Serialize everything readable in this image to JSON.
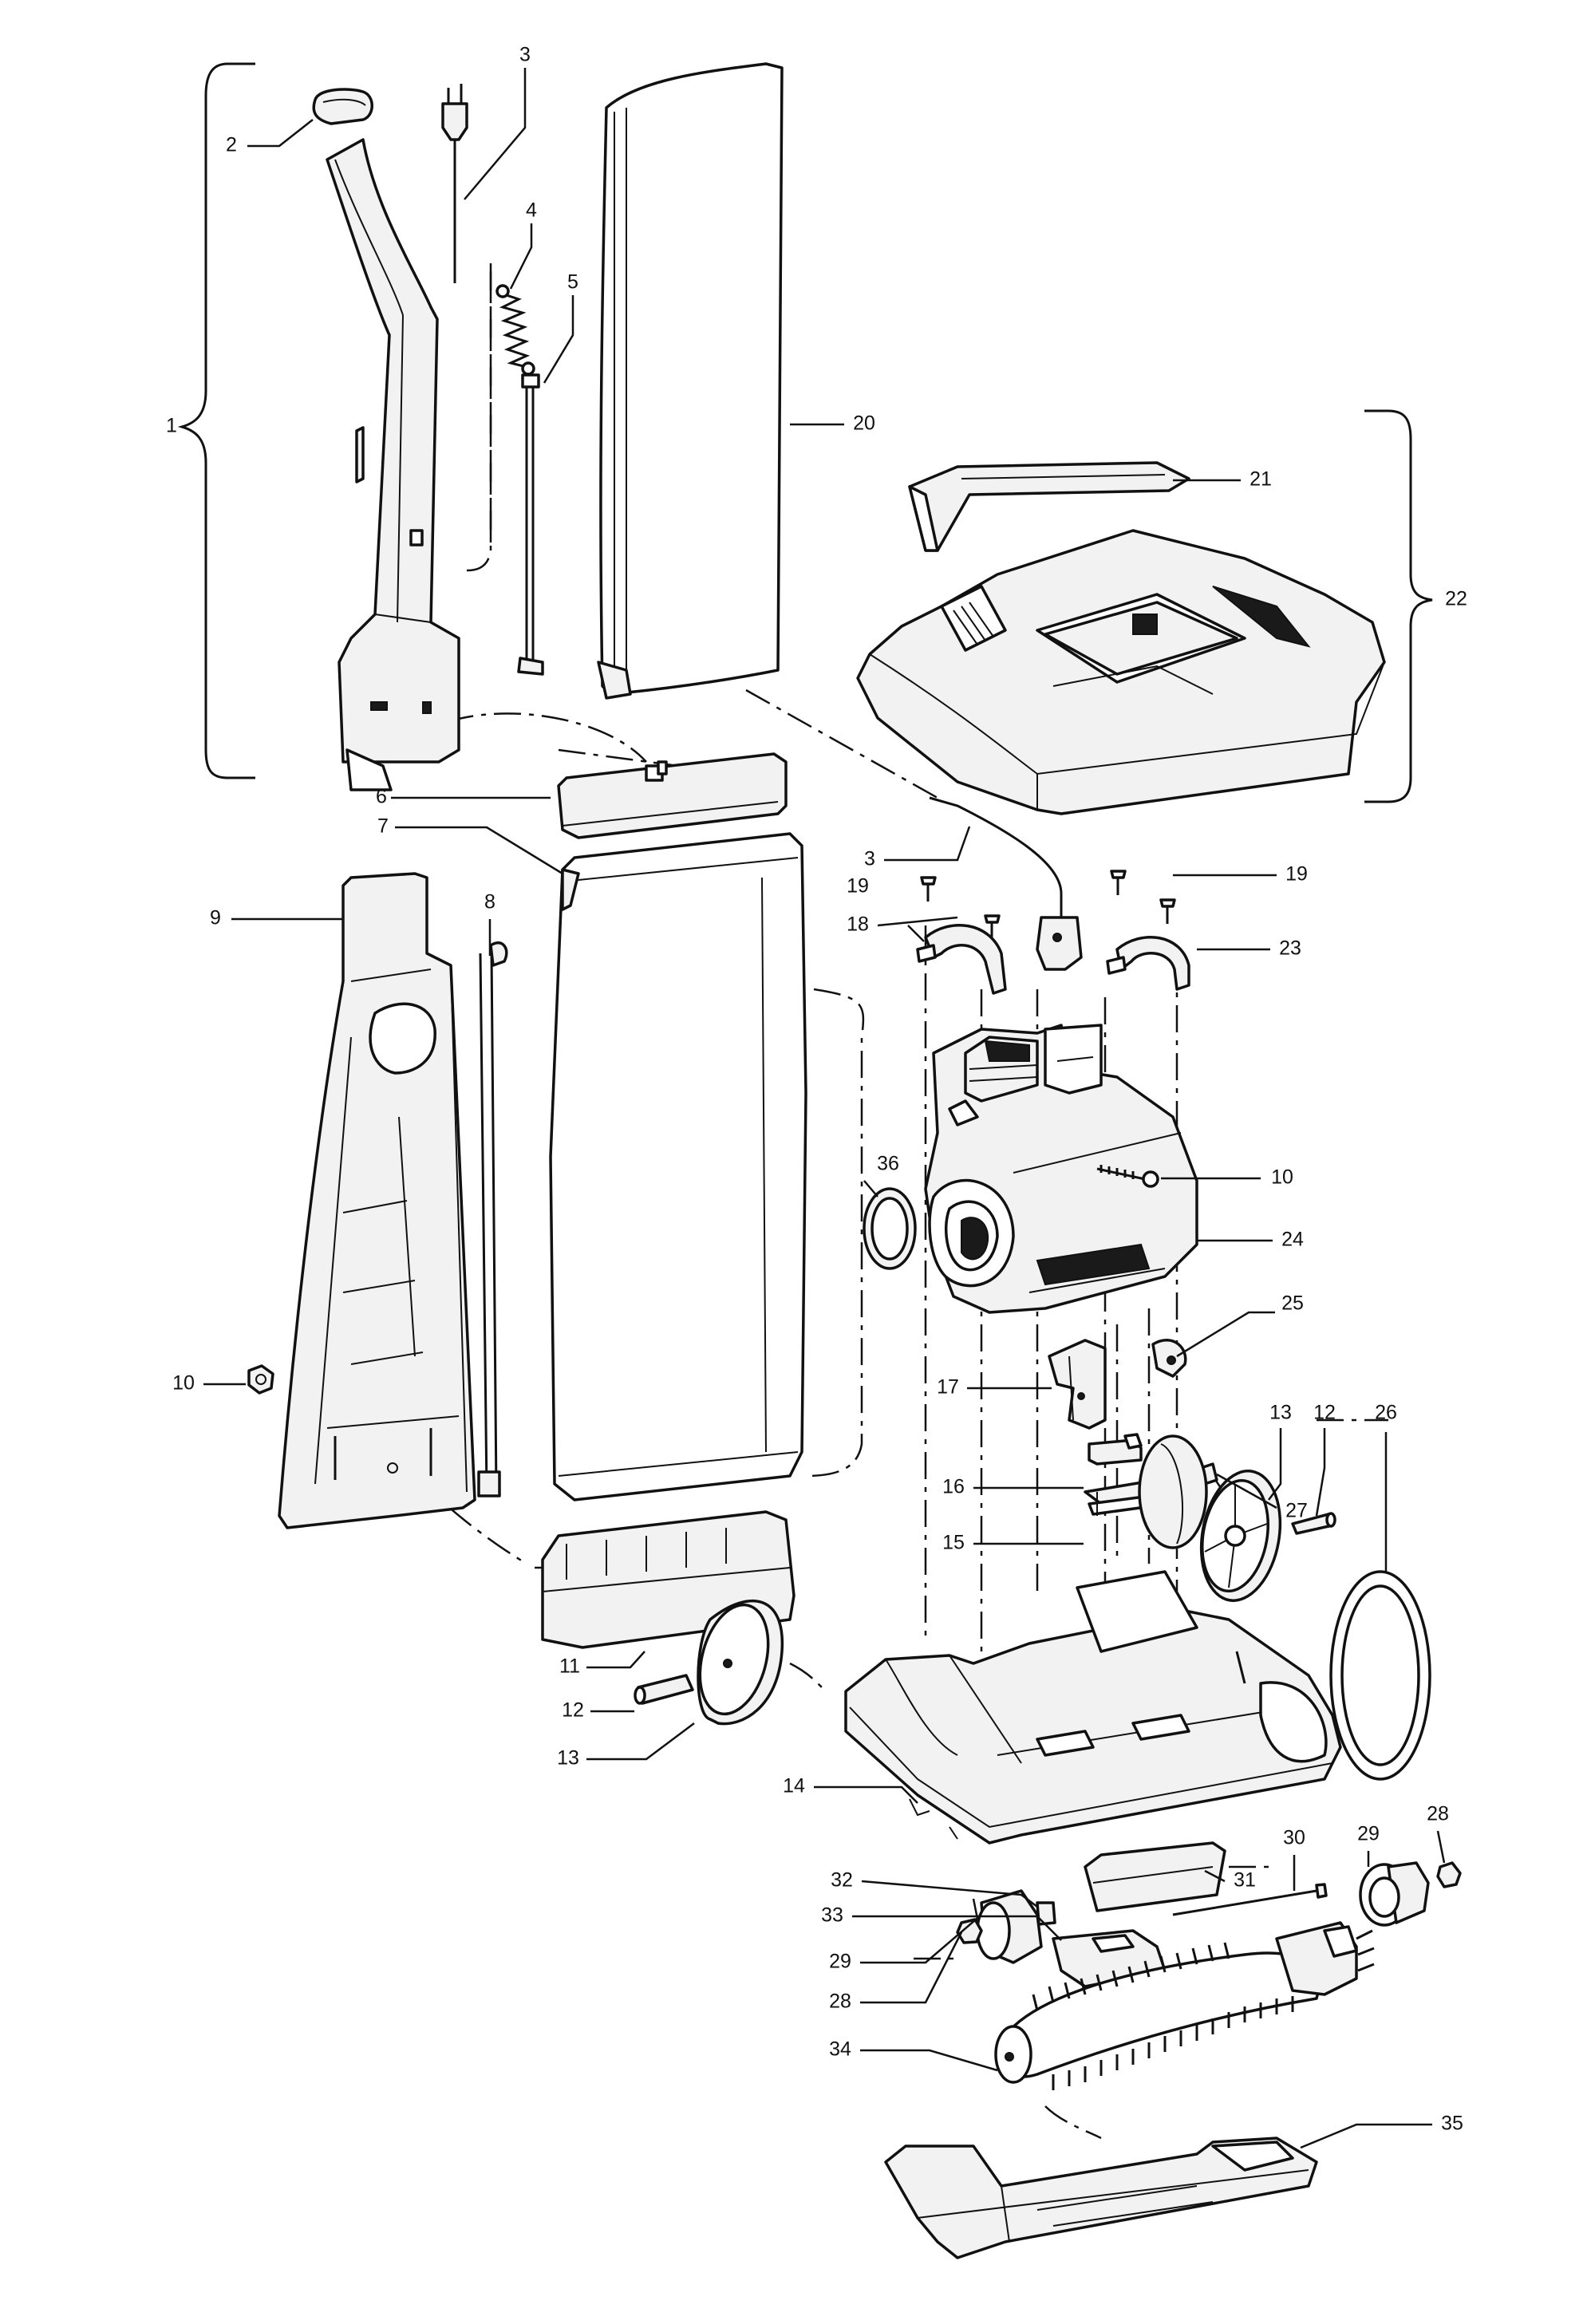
{
  "callouts": [
    {
      "id": "c1",
      "label": "1"
    },
    {
      "id": "c2",
      "label": "2"
    },
    {
      "id": "c3a",
      "label": "3"
    },
    {
      "id": "c3b",
      "label": "3"
    },
    {
      "id": "c4",
      "label": "4"
    },
    {
      "id": "c5",
      "label": "5"
    },
    {
      "id": "c6",
      "label": "6"
    },
    {
      "id": "c7",
      "label": "7"
    },
    {
      "id": "c8",
      "label": "8"
    },
    {
      "id": "c9",
      "label": "9"
    },
    {
      "id": "c10a",
      "label": "10"
    },
    {
      "id": "c10b",
      "label": "10"
    },
    {
      "id": "c11",
      "label": "11"
    },
    {
      "id": "c12a",
      "label": "12"
    },
    {
      "id": "c12b",
      "label": "12"
    },
    {
      "id": "c13a",
      "label": "13"
    },
    {
      "id": "c13b",
      "label": "13"
    },
    {
      "id": "c14",
      "label": "14"
    },
    {
      "id": "c15",
      "label": "15"
    },
    {
      "id": "c16",
      "label": "16"
    },
    {
      "id": "c17",
      "label": "17"
    },
    {
      "id": "c18",
      "label": "18"
    },
    {
      "id": "c19a",
      "label": "19"
    },
    {
      "id": "c19b",
      "label": "19"
    },
    {
      "id": "c20",
      "label": "20"
    },
    {
      "id": "c21",
      "label": "21"
    },
    {
      "id": "c22",
      "label": "22"
    },
    {
      "id": "c23",
      "label": "23"
    },
    {
      "id": "c24",
      "label": "24"
    },
    {
      "id": "c25",
      "label": "25"
    },
    {
      "id": "c26",
      "label": "26"
    },
    {
      "id": "c27",
      "label": "27"
    },
    {
      "id": "c28a",
      "label": "28"
    },
    {
      "id": "c28b",
      "label": "28"
    },
    {
      "id": "c29a",
      "label": "29"
    },
    {
      "id": "c29b",
      "label": "29"
    },
    {
      "id": "c30",
      "label": "30"
    },
    {
      "id": "c31",
      "label": "31"
    },
    {
      "id": "c32",
      "label": "32"
    },
    {
      "id": "c33",
      "label": "33"
    },
    {
      "id": "c34",
      "label": "34"
    },
    {
      "id": "c35",
      "label": "35"
    },
    {
      "id": "c36",
      "label": "36"
    }
  ]
}
